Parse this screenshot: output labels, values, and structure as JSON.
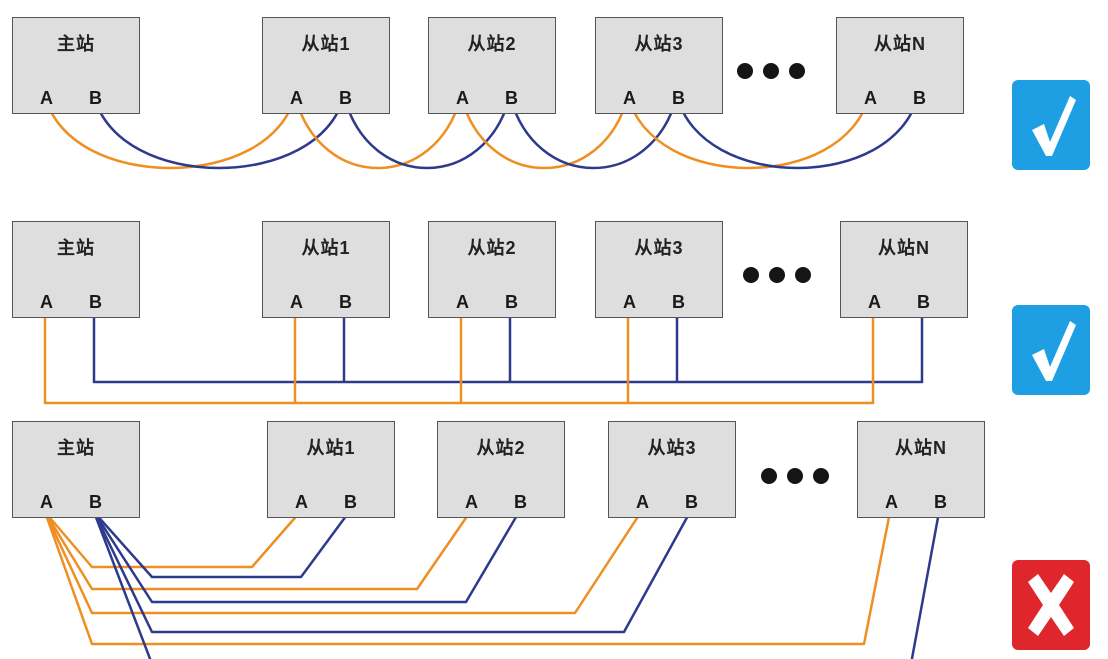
{
  "colors": {
    "wire_a": "#ef8f22",
    "wire_b": "#2e3a8c",
    "station_fill": "#dedede",
    "station_border": "#555555",
    "ok_badge": "#1e9fe3",
    "bad_badge": "#e0262d"
  },
  "terminal_a": "A",
  "terminal_b": "B",
  "diagrams": [
    {
      "topology": "daisy-chain",
      "verdict": "correct",
      "verdict_icon": "check-icon",
      "stations": [
        {
          "name": "主站"
        },
        {
          "name": "从站1"
        },
        {
          "name": "从站2"
        },
        {
          "name": "从站3"
        },
        {
          "name": "从站N"
        }
      ]
    },
    {
      "topology": "bus-with-short-stubs",
      "verdict": "correct",
      "verdict_icon": "check-icon",
      "stations": [
        {
          "name": "主站"
        },
        {
          "name": "从站1"
        },
        {
          "name": "从站2"
        },
        {
          "name": "从站3"
        },
        {
          "name": "从站N"
        }
      ]
    },
    {
      "topology": "star",
      "verdict": "wrong",
      "verdict_icon": "cross-icon",
      "stations": [
        {
          "name": "主站"
        },
        {
          "name": "从站1"
        },
        {
          "name": "从站2"
        },
        {
          "name": "从站3"
        },
        {
          "name": "从站N"
        }
      ]
    }
  ]
}
